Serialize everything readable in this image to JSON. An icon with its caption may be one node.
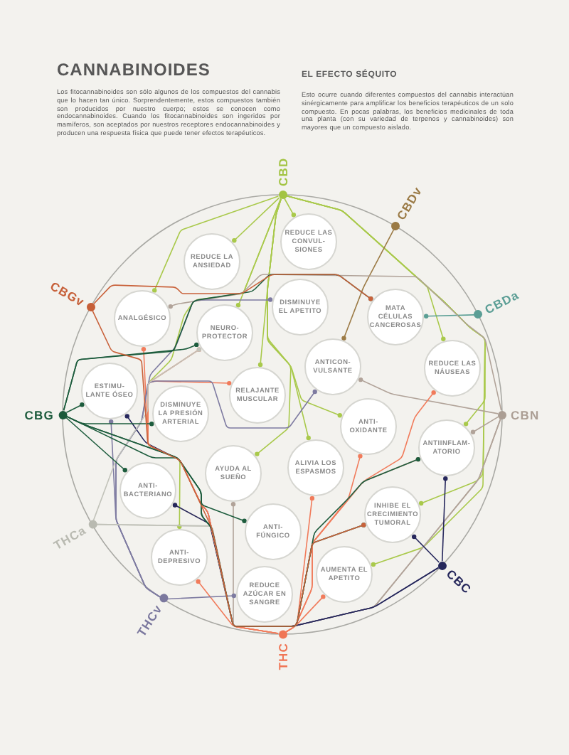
{
  "diagram": {
    "title": "CANNABINOIDES",
    "nodes": [
      {
        "text": [
          "CBD"
        ]
      },
      {
        "text": [
          "CBDv"
        ]
      },
      {
        "text": [
          "CBDa"
        ]
      },
      {
        "text": [
          "CBN"
        ]
      },
      {
        "text": [
          "CBC"
        ]
      },
      {
        "text": [
          "THC"
        ]
      },
      {
        "text": [
          "THCv"
        ]
      },
      {
        "text": [
          "THCa"
        ]
      },
      {
        "text": [
          "CBG"
        ]
      },
      {
        "text": [
          "CBGv"
        ]
      },
      {
        "text": [
          "REDUCE LAS CONVUL-SIONES"
        ]
      },
      {
        "text": [
          "REDUCE LA ANSIEDAD"
        ]
      },
      {
        "text": [
          "DISMINUYE EL APETITO"
        ]
      },
      {
        "text": [
          "MATA CÉLULAS CANCEROSAS"
        ]
      },
      {
        "text": [
          "ANALGÉSICO"
        ]
      },
      {
        "text": [
          "NEURO-PROTECTOR"
        ]
      },
      {
        "text": [
          "REDUCE LAS NÁUSEAS"
        ]
      },
      {
        "text": [
          "ANTICON-VULSANTE"
        ]
      },
      {
        "text": [
          "ESTIMU-LANTE ÓSEO"
        ]
      },
      {
        "text": [
          "RELAJANTE MUSCULAR"
        ]
      },
      {
        "text": [
          "DISMINUYE LA PRESIÓN ARTERIAL"
        ]
      },
      {
        "text": [
          "ANTI-OXIDANTE"
        ]
      },
      {
        "text": [
          "ANTIINFLAM-ATORIO"
        ]
      },
      {
        "text": [
          "ALIVIA LOS ESPASMOS"
        ]
      },
      {
        "text": [
          "AYUDA AL SUEÑO"
        ]
      },
      {
        "text": [
          "ANTI-BACTERIANO"
        ]
      },
      {
        "text": [
          "INHIBE EL CRECIMIENTO TUMORAL"
        ]
      },
      {
        "text": [
          "ANTI-FÚNGICO"
        ]
      },
      {
        "text": [
          "ANTI-DEPRESIVO"
        ]
      },
      {
        "text": [
          "AUMENTA EL APETITO"
        ]
      },
      {
        "text": [
          "REDUCE AZÚCAR EN SANGRE"
        ]
      }
    ],
    "edges": [
      {
        "from": 0,
        "to": 10,
        "arrow": "other",
        "color": "#a9c94b"
      },
      {
        "from": 0,
        "to": 11,
        "arrow": "other",
        "color": "#a9c94b"
      },
      {
        "from": 0,
        "to": 14,
        "arrow": "other",
        "color": "#a9c94b"
      },
      {
        "from": 0,
        "to": 15,
        "arrow": "other",
        "color": "#a9c94b"
      },
      {
        "from": 0,
        "to": 16,
        "arrow": "other",
        "color": "#a9c94b"
      },
      {
        "from": 0,
        "to": 19,
        "arrow": "other",
        "color": "#a9c94b"
      },
      {
        "from": 0,
        "to": 21,
        "arrow": "other",
        "color": "#a9c94b"
      },
      {
        "from": 0,
        "to": 22,
        "arrow": "other",
        "color": "#a9c94b"
      },
      {
        "from": 0,
        "to": 23,
        "arrow": "other",
        "color": "#a9c94b"
      },
      {
        "from": 0,
        "to": 24,
        "arrow": "other",
        "color": "#a9c94b"
      },
      {
        "from": 0,
        "to": 26,
        "arrow": "other",
        "color": "#a9c94b"
      },
      {
        "from": 0,
        "to": 28,
        "arrow": "other",
        "color": "#a9c94b"
      },
      {
        "from": 0,
        "to": 29,
        "arrow": "other",
        "color": "#a9c94b"
      },
      {
        "from": 1,
        "to": 17,
        "arrow": "other",
        "color": "#9c7b46"
      },
      {
        "from": 2,
        "to": 13,
        "arrow": "other",
        "color": "#5b9f95"
      },
      {
        "from": 3,
        "to": 14,
        "arrow": "other",
        "color": "#b1a399"
      },
      {
        "from": 3,
        "to": 17,
        "arrow": "other",
        "color": "#b1a399"
      },
      {
        "from": 3,
        "to": 22,
        "arrow": "other",
        "color": "#b1a399"
      },
      {
        "from": 3,
        "to": 24,
        "arrow": "other",
        "color": "#b1a399"
      },
      {
        "from": 3,
        "to": 25,
        "arrow": "other",
        "color": "#b1a399"
      },
      {
        "from": 4,
        "to": 18,
        "arrow": "other",
        "color": "#27285d"
      },
      {
        "from": 4,
        "to": 22,
        "arrow": "other",
        "color": "#27285d"
      },
      {
        "from": 4,
        "to": 25,
        "arrow": "other",
        "color": "#27285d"
      },
      {
        "from": 4,
        "to": 26,
        "arrow": "other",
        "color": "#27285d"
      },
      {
        "from": 5,
        "to": 14,
        "arrow": "other",
        "color": "#f17b5b"
      },
      {
        "from": 5,
        "to": 15,
        "arrow": "other",
        "color": "#f17b5b"
      },
      {
        "from": 5,
        "to": 16,
        "arrow": "other",
        "color": "#f17b5b"
      },
      {
        "from": 5,
        "to": 19,
        "arrow": "other",
        "color": "#f17b5b"
      },
      {
        "from": 5,
        "to": 21,
        "arrow": "other",
        "color": "#f17b5b"
      },
      {
        "from": 5,
        "to": 22,
        "arrow": "other",
        "color": "#f17b5b"
      },
      {
        "from": 5,
        "to": 23,
        "arrow": "other",
        "color": "#f17b5b"
      },
      {
        "from": 5,
        "to": 28,
        "arrow": "other",
        "color": "#f17b5b"
      },
      {
        "from": 5,
        "to": 29,
        "arrow": "other",
        "color": "#f17b5b"
      },
      {
        "from": 6,
        "to": 12,
        "arrow": "other",
        "color": "#7e7ba1"
      },
      {
        "from": 6,
        "to": 17,
        "arrow": "other",
        "color": "#7e7ba1"
      },
      {
        "from": 6,
        "to": 18,
        "arrow": "other",
        "color": "#7e7ba1"
      },
      {
        "from": 6,
        "to": 30,
        "arrow": "other",
        "color": "#7e7ba1"
      },
      {
        "from": 7,
        "to": 15,
        "arrow": "other",
        "color": "#c2c3ba"
      },
      {
        "from": 7,
        "to": 22,
        "arrow": "other",
        "color": "#c2c3ba"
      },
      {
        "from": 7,
        "to": 26,
        "arrow": "other",
        "color": "#c2c3ba"
      },
      {
        "from": 8,
        "to": 13,
        "arrow": "other",
        "color": "#1d5c3d"
      },
      {
        "from": 8,
        "to": 15,
        "arrow": "other",
        "color": "#1d5c3d"
      },
      {
        "from": 8,
        "to": 18,
        "arrow": "other",
        "color": "#1d5c3d"
      },
      {
        "from": 8,
        "to": 20,
        "arrow": "other",
        "color": "#1d5c3d"
      },
      {
        "from": 8,
        "to": 22,
        "arrow": "other",
        "color": "#1d5c3d"
      },
      {
        "from": 8,
        "to": 25,
        "arrow": "other",
        "color": "#1d5c3d"
      },
      {
        "from": 8,
        "to": 26,
        "arrow": "other",
        "color": "#1d5c3d"
      },
      {
        "from": 8,
        "to": 27,
        "arrow": "other",
        "color": "#1d5c3d"
      },
      {
        "from": 9,
        "to": 13,
        "arrow": "other",
        "color": "#c9623b"
      },
      {
        "from": 9,
        "to": 26,
        "arrow": "other",
        "color": "#c9623b"
      }
    ],
    "labels": [
      "Los fitocannabinoides son sólo algunos de los compuestos del cannabis que lo hacen tan único. Sorprendentemente, estos compuestos también son producidos por nuestro cuerpo; estos se conocen como endocannabinoides. Cuando los fitocannabinoides son ingeridos por mamíferos, son aceptados por nuestros receptores endocannabinoides y producen una respuesta física que puede tener efectos terapéuticos.",
      "EL EFECTO SÉQUITO",
      "Esto ocurre cuando diferentes compuestos del cannabis interactúan sinérgicamente para amplificar los beneficios terapéuticos de un solo compuesto. En pocas palabras, los beneficios medicinales de toda una planta (con su variedad de terpenos y cannabinoides) son mayores que un compuesto aislado."
    ]
  }
}
